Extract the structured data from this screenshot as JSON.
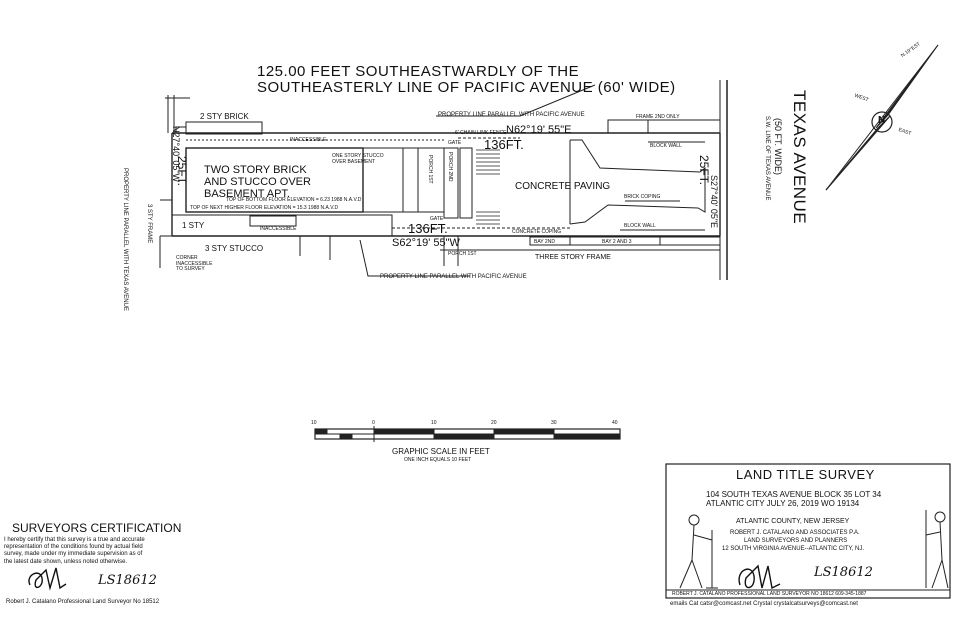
{
  "header": {
    "line1": "125.00 FEET SOUTHEASTWARDLY OF THE",
    "line2": "SOUTHEASTERLY LINE OF PACIFIC AVENUE (60' WIDE)"
  },
  "plat": {
    "property_line_top": "PROPERTY LINE PARALLEL WITH PACIFIC AVENUE",
    "property_line_bottom": "PROPERTY LINE PARALLEL WITH PACIFIC AVENUE",
    "property_line_left": "PROPERTY LINE PARALLEL WITH TEXAS AVENUE",
    "bearing_top": "N62°19' 55\"E",
    "bearing_bottom": "S62°19' 55\"W",
    "bearing_left": "N27°40' 05\"W",
    "bearing_right": "S27°40' 05\"E",
    "dist_top": "136FT.",
    "dist_bottom": "136FT.",
    "dist_left": "25FT.",
    "dist_right": "25FT.",
    "two_sty_brick": "2 STY BRICK",
    "main_building": [
      "TWO STORY BRICK",
      "AND STUCCO OVER",
      "BASEMENT APT."
    ],
    "elev1": "TOP OF BOTTOM FLOOR ELEVATION = 6.23 1988 N.A.V.D",
    "elev2": "TOP OF NEXT HIGHER FLOOR ELEVATION = 15.3 1988 N.A.V.D",
    "one_story_stucco": [
      "ONE STORY STUCCO",
      "OVER BASEMENT"
    ],
    "one_sty": "1 STY",
    "three_sty_stucco": "3 STY STUCCO",
    "three_sty_frame": "3 STY FRAME",
    "three_story_frame": "THREE STORY FRAME",
    "concrete_paving": "CONCRETE PAVING",
    "brick_coping": "BRICK COPING",
    "block_wall_top": "BLOCK WALL",
    "block_wall_bottom": "BLOCK WALL",
    "concrete_coping": "CONCRETE COPING",
    "inaccessible_top": "INACCESSIBLE",
    "inaccessible_bottom": "INACCESSIBLE",
    "gate_top": "GATE",
    "gate_bottom": "GATE",
    "chain_link_fence": "6' CHAIN LINK FENCE",
    "frame_2nd_only": "FRAME 2ND ONLY",
    "porch_2nd": "PORCH 2ND",
    "porch_1st": "PORCH 1ST",
    "porch_1st_bottom": "PORCH 1ST",
    "bay_2nd": "BAY 2ND",
    "bay_2_3": "BAY 2 AND 3",
    "corner_note": [
      "CORNER",
      "INACCESSIBLE",
      "TO SURVEY"
    ]
  },
  "texas_avenue": {
    "name": "TEXAS AVENUE",
    "width": "(50 FT. WIDE)",
    "sw_line": "S.W. LINE OF TEXAS AVENUE"
  },
  "north_arrow": {
    "north": "N",
    "west": "WEST",
    "east": "EAST",
    "note": "N.19°EST"
  },
  "scale": {
    "ticks": [
      "10",
      "0",
      "10",
      "20",
      "30",
      "40"
    ],
    "title": "GRAPHIC SCALE IN FEET",
    "subtitle": "ONE INCH EQUALS 10 FEET"
  },
  "certification": {
    "title": "SURVEYORS CERTIFICATION",
    "lines": [
      "I hereby certify that this survey is a true and accurate",
      "representation of the conditions found by actual field",
      "survey, made under my immediate supervision as of",
      "the latest date shown, unless noted otherwise."
    ],
    "signature_ls": "LS18612",
    "footer": "Robert J. Catalano  Professional Land Surveyor No 18512"
  },
  "title_block": {
    "title": "LAND TITLE SURVEY",
    "address": "104 SOUTH TEXAS AVENUE   BLOCK 35 LOT 34",
    "city_date": "ATLANTIC CITY   JULY 26, 2019   WO 19134",
    "county": "ATLANTIC COUNTY, NEW JERSEY",
    "firm": "ROBERT J. CATALANO AND ASSOCIATES P.A.",
    "firm_sub": "LAND SURVEYORS AND PLANNERS",
    "firm_addr": "12 SOUTH VIRGINIA AVENUE--ATLANTIC CITY, NJ.",
    "signature_ls": "LS18612",
    "footer": "ROBERT J. CATALANO PROFESSIONAL LAND SURVEYOR NO 18612  609-345-1887",
    "emails": "emails Cat catsr@comcast.net  Crystal crystalcatsurveys@comcast.net"
  }
}
